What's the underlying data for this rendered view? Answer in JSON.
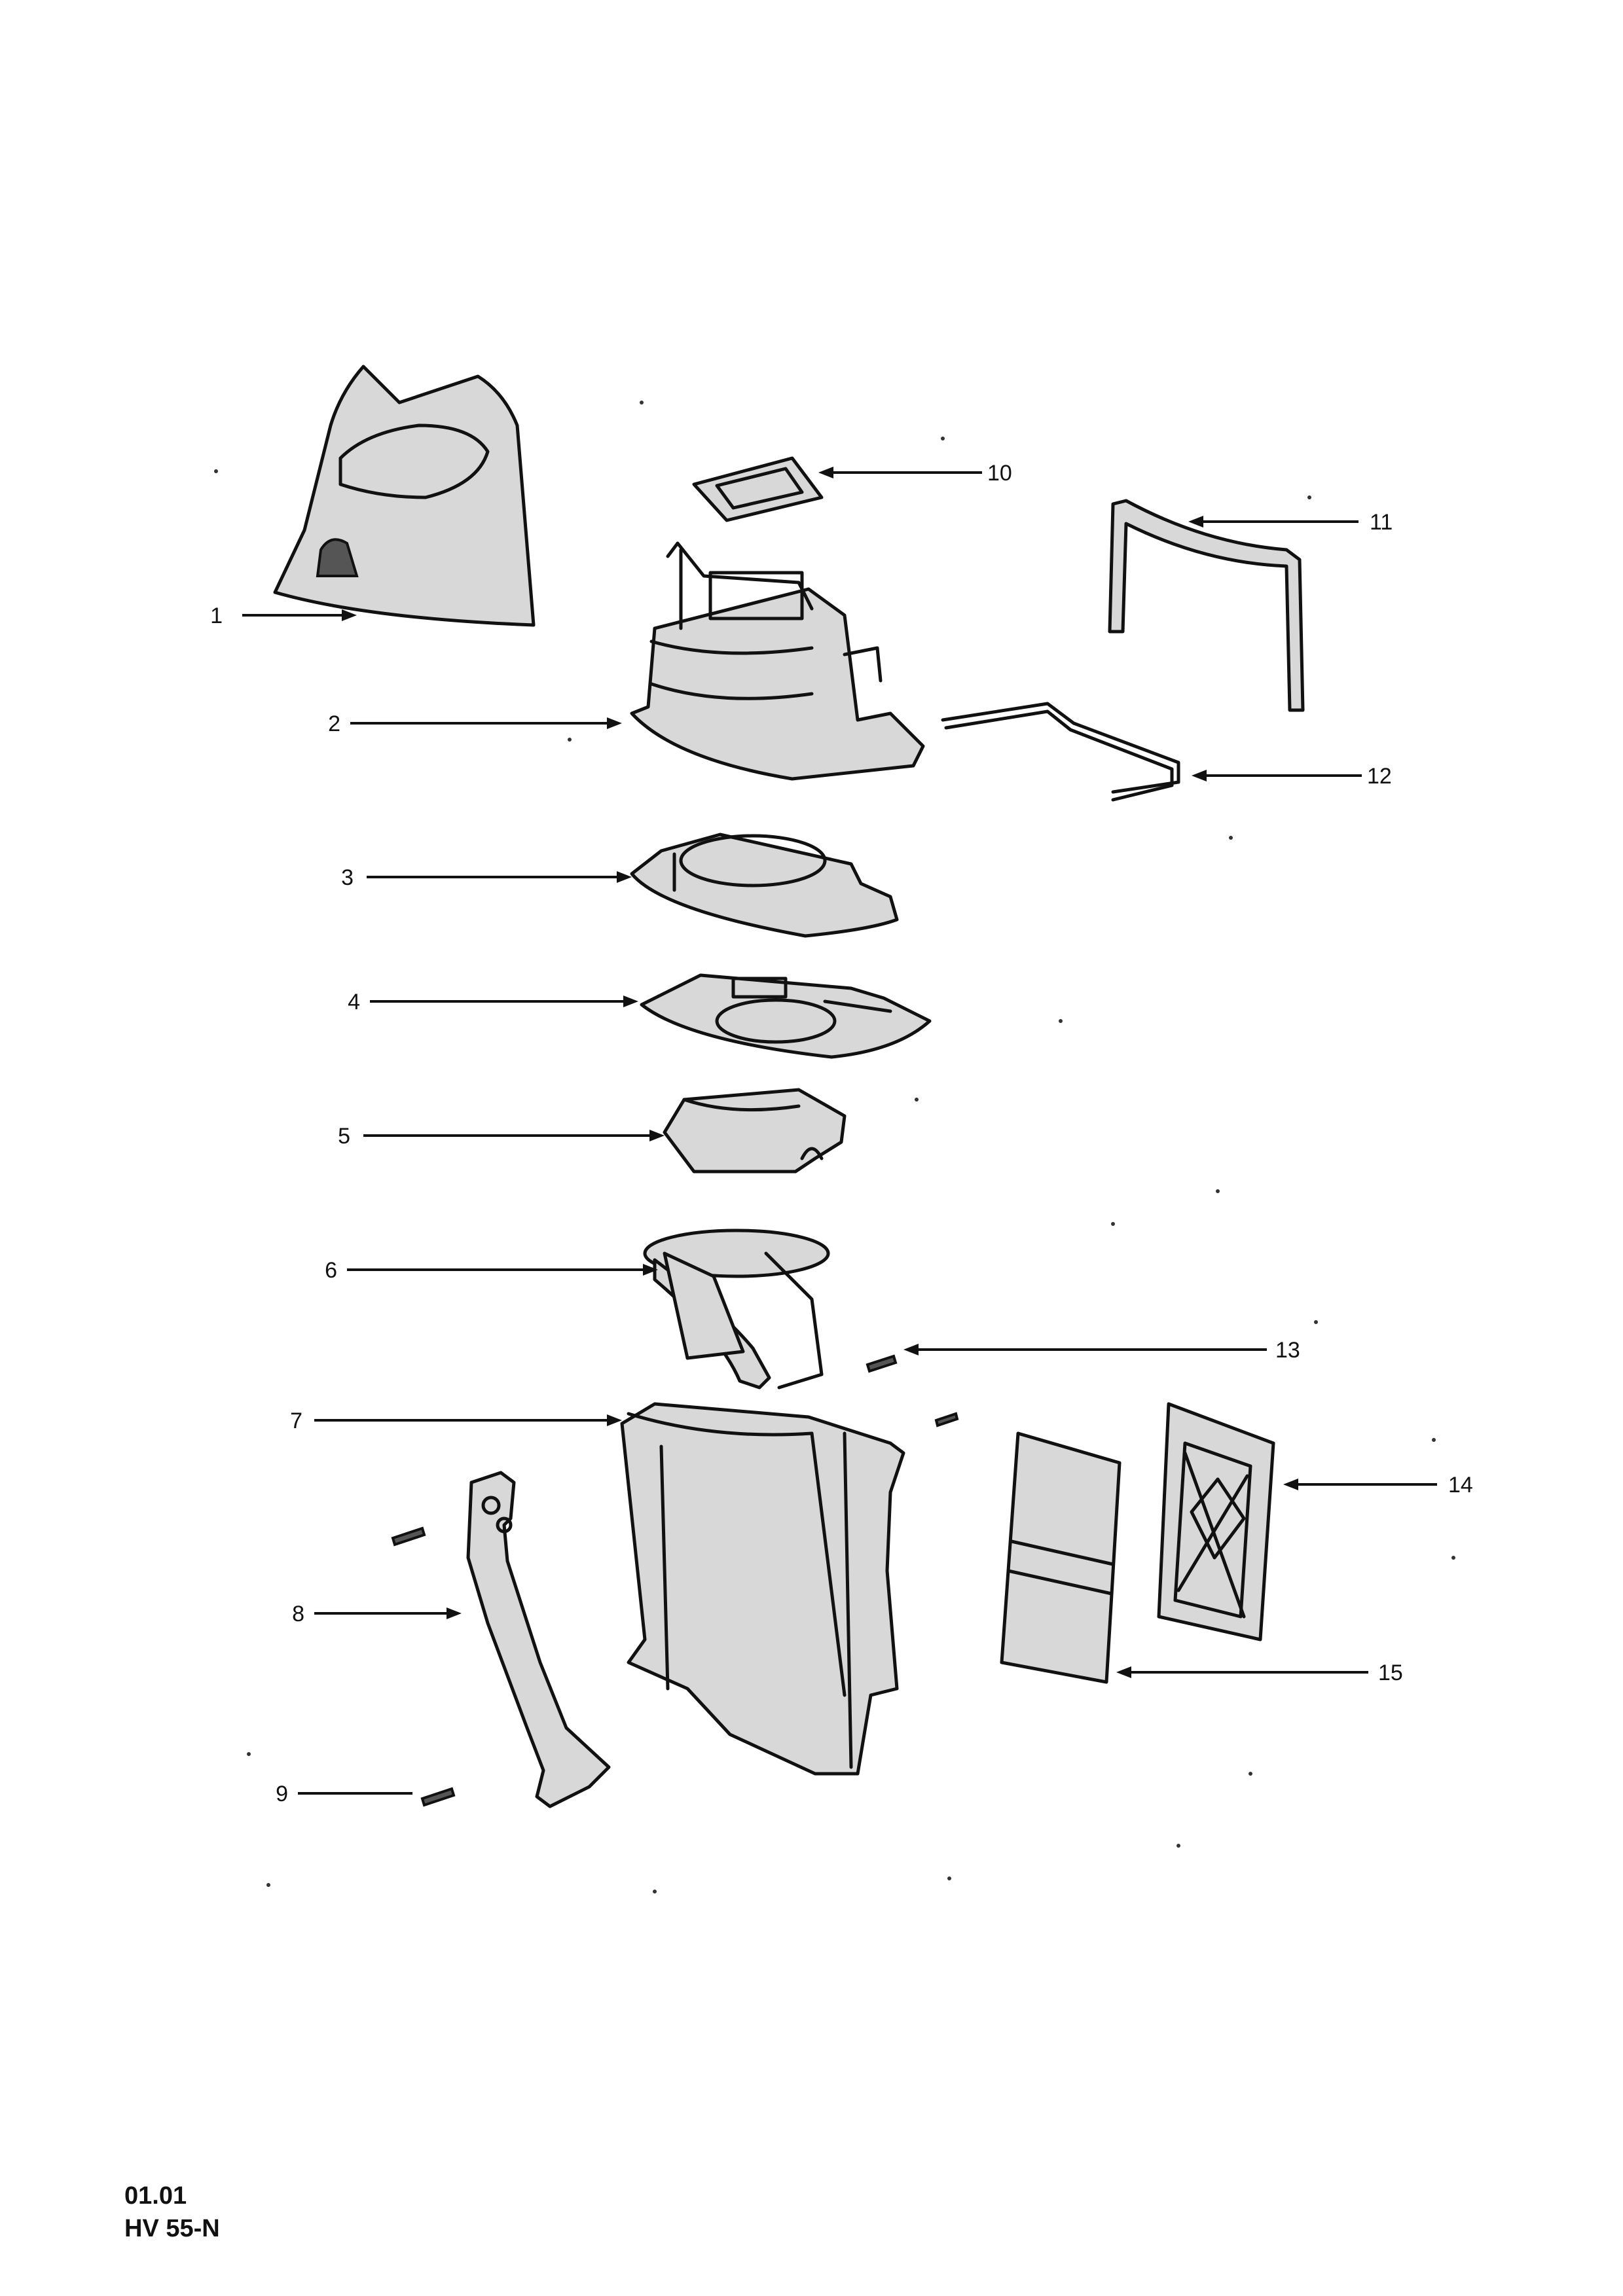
{
  "callouts": [
    {
      "id": "1",
      "label": "1"
    },
    {
      "id": "2",
      "label": "2"
    },
    {
      "id": "3",
      "label": "3"
    },
    {
      "id": "4",
      "label": "4"
    },
    {
      "id": "5",
      "label": "5"
    },
    {
      "id": "6",
      "label": "6"
    },
    {
      "id": "7",
      "label": "7"
    },
    {
      "id": "8",
      "label": "8"
    },
    {
      "id": "9",
      "label": "9"
    },
    {
      "id": "10",
      "label": "10"
    },
    {
      "id": "11",
      "label": "11"
    },
    {
      "id": "12",
      "label": "12"
    },
    {
      "id": "13",
      "label": "13"
    },
    {
      "id": "14",
      "label": "14"
    },
    {
      "id": "15",
      "label": "15"
    }
  ],
  "footer": {
    "revision": "01.01",
    "model": "HV 55-N"
  }
}
